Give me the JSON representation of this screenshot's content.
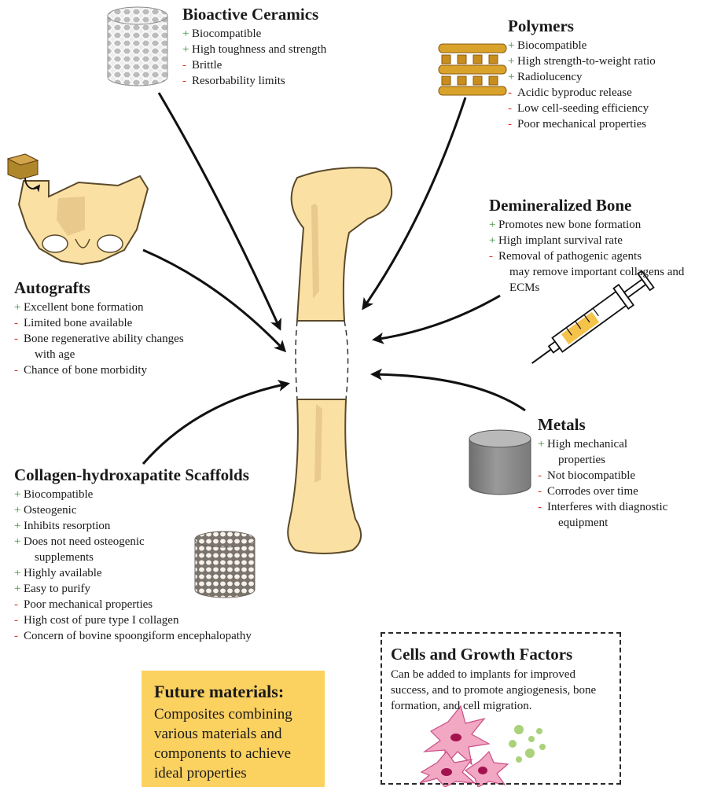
{
  "colors": {
    "bone_fill": "#fbe0a4",
    "bone_stroke": "#5a4a2a",
    "bone_inner": "#e9c98c",
    "pro_marker": "#3a8f3a",
    "con_marker": "#d9331d",
    "future_bg": "#fbd160",
    "arrow": "#111111"
  },
  "markers": {
    "pro": "+",
    "con": "-"
  },
  "bioactive_ceramics": {
    "title": "Bioactive Ceramics",
    "icon": "porous-ceramic-cylinder-icon",
    "items": [
      {
        "type": "pro",
        "text": "Biocompatible"
      },
      {
        "type": "pro",
        "text": "High toughness and strength"
      },
      {
        "type": "con",
        "text": "Brittle"
      },
      {
        "type": "con",
        "text": "Resorbability limits"
      }
    ]
  },
  "polymers": {
    "title": "Polymers",
    "icon": "polymer-lattice-scaffold-icon",
    "items": [
      {
        "type": "pro",
        "text": "Biocompatible"
      },
      {
        "type": "pro",
        "text": "High strength-to-weight ratio"
      },
      {
        "type": "pro",
        "text": "Radiolucency"
      },
      {
        "type": "con",
        "text": "Acidic byproduc release"
      },
      {
        "type": "con",
        "text": "Low cell-seeding efficiency"
      },
      {
        "type": "con",
        "text": "Poor mechanical properties"
      }
    ]
  },
  "demineralized_bone": {
    "title": "Demineralized Bone",
    "icon": "syringe-icon",
    "items": [
      {
        "type": "pro",
        "text": "Promotes new bone formation"
      },
      {
        "type": "pro",
        "text": "High implant survival rate"
      },
      {
        "type": "con",
        "text": "Removal of pathogenic agents",
        "cont": "may remove important collagens and ECMs"
      }
    ]
  },
  "autografts": {
    "title": "Autografts",
    "icon": "pelvis-graft-icon",
    "items": [
      {
        "type": "pro",
        "text": "Excellent bone formation"
      },
      {
        "type": "con",
        "text": "Limited bone available"
      },
      {
        "type": "con",
        "text": "Bone regenerative ability changes",
        "cont": "with age"
      },
      {
        "type": "con",
        "text": "Chance of bone morbidity"
      }
    ]
  },
  "metals": {
    "title": "Metals",
    "icon": "metal-cylinder-icon",
    "items": [
      {
        "type": "pro",
        "text": "High mechanical",
        "cont": "properties"
      },
      {
        "type": "con",
        "text": "Not biocompatible"
      },
      {
        "type": "con",
        "text": "Corrodes over time"
      },
      {
        "type": "con",
        "text": "Interferes with diagnostic",
        "cont": "equipment"
      }
    ]
  },
  "collagen": {
    "title": "Collagen-hydroxapatite Scaffolds",
    "icon": "collagen-scaffold-cylinder-icon",
    "items": [
      {
        "type": "pro",
        "text": "Biocompatible"
      },
      {
        "type": "pro",
        "text": "Osteogenic"
      },
      {
        "type": "pro",
        "text": "Inhibits resorption"
      },
      {
        "type": "pro",
        "text": "Does not need osteogenic",
        "cont": "supplements"
      },
      {
        "type": "pro",
        "text": "Highly available"
      },
      {
        "type": "pro",
        "text": "Easy to purify"
      },
      {
        "type": "con",
        "text": "Poor mechanical properties"
      },
      {
        "type": "con",
        "text": "High cost of pure type I collagen"
      },
      {
        "type": "con",
        "text": "Concern of bovine spoongiform encephalopathy"
      }
    ]
  },
  "cells_growth": {
    "title": "Cells and Growth Factors",
    "body": "Can be added to implants for improved success, and to promote angiogenesis, bone formation, and cell migration.",
    "icon": "cells-icon"
  },
  "future": {
    "title": "Future materials:",
    "body": "Composites combining various materials and components to achieve ideal properties"
  },
  "center": {
    "icon": "femur-bone-defect-icon"
  }
}
